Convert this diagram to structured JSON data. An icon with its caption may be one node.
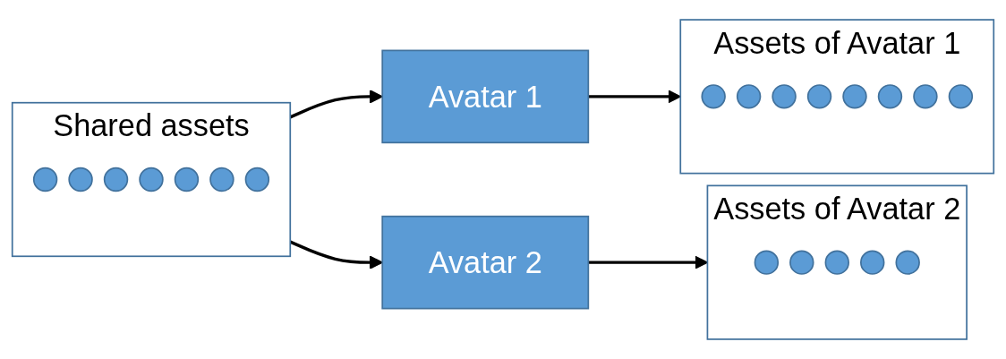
{
  "diagram": {
    "nodes": [
      {
        "text": [
          "Avatar 1"
        ]
      },
      {
        "text": [
          "Avatar 2"
        ]
      },
      {
        "text": [
          "Assets of Avatar 1"
        ]
      },
      {
        "text": [],
        "shape": "circle",
        "in": 2
      },
      {
        "text": [],
        "shape": "circle",
        "in": 2
      },
      {
        "text": [],
        "shape": "circle",
        "in": 2
      },
      {
        "text": [],
        "shape": "circle",
        "in": 2
      },
      {
        "text": [],
        "shape": "circle",
        "in": 2
      },
      {
        "text": [],
        "shape": "circle",
        "in": 2
      },
      {
        "text": [],
        "shape": "circle",
        "in": 2
      },
      {
        "text": [],
        "shape": "circle",
        "in": 2
      },
      {
        "text": [
          "Shared assets"
        ]
      },
      {
        "text": [],
        "shape": "circle",
        "in": 11
      },
      {
        "text": [],
        "shape": "circle",
        "in": 11
      },
      {
        "text": [],
        "shape": "circle",
        "in": 11
      },
      {
        "text": [],
        "shape": "circle",
        "in": 11
      },
      {
        "text": [],
        "shape": "circle",
        "in": 11
      },
      {
        "text": [],
        "shape": "circle",
        "in": 11
      },
      {
        "text": [],
        "shape": "circle",
        "in": 11
      },
      {
        "text": [
          "Assets of Avatar 2"
        ]
      },
      {
        "text": [],
        "shape": "circle",
        "in": 19
      },
      {
        "text": [],
        "shape": "circle",
        "in": 19
      },
      {
        "text": [],
        "shape": "circle",
        "in": 19
      },
      {
        "text": [],
        "shape": "circle",
        "in": 19
      },
      {
        "text": [],
        "shape": "circle",
        "in": 19
      }
    ],
    "edges": [
      {
        "from": 0,
        "to": 2,
        "arrow": "to"
      },
      {
        "from": 11,
        "to": 0,
        "arrow": "to"
      },
      {
        "from": 11,
        "to": 1,
        "arrow": "to"
      },
      {
        "from": 1,
        "to": 19,
        "arrow": "to"
      }
    ]
  }
}
